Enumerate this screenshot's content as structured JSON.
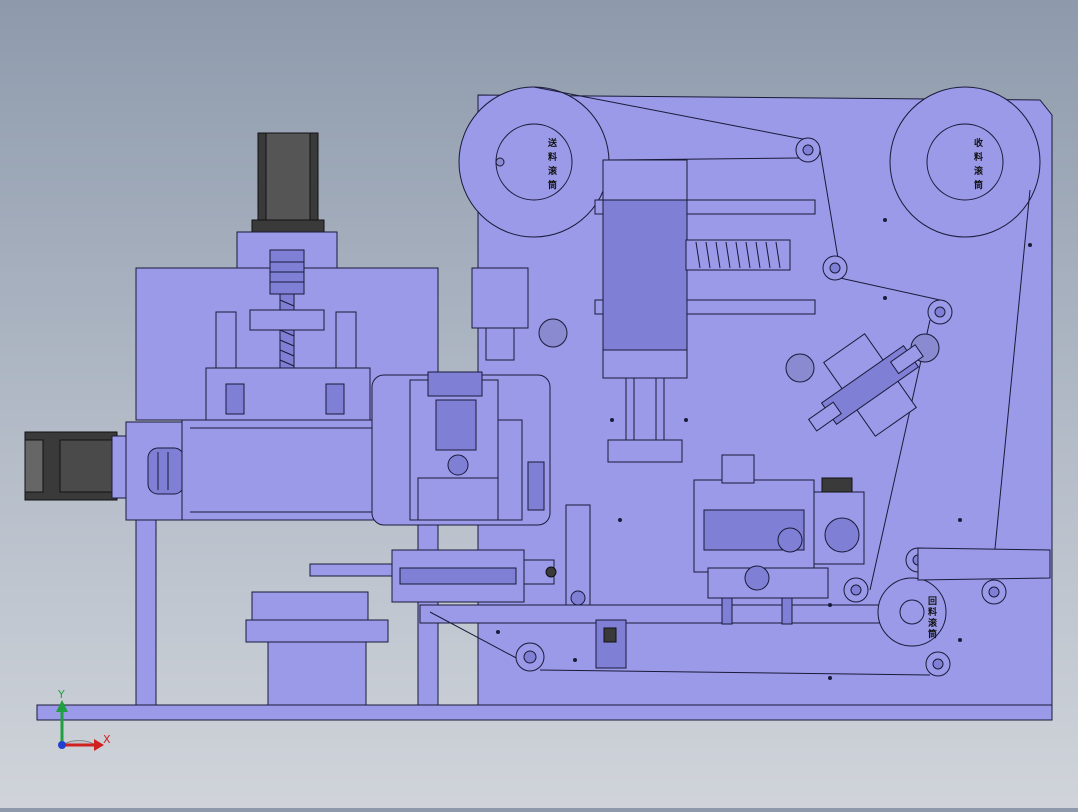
{
  "reels": {
    "feed_reel_label": [
      "送",
      "料",
      "滚",
      "筒"
    ],
    "take_reel_label": [
      "收",
      "料",
      "滚",
      "筒"
    ],
    "return_reel_label": [
      "回",
      "料",
      "滚",
      "筒"
    ]
  },
  "triad": {
    "y_label": "Y",
    "x_label": "X"
  },
  "colors": {
    "part": "#9a9ae8",
    "part_dark": "#7f7fd6",
    "motor": "#3a3a3a",
    "background_top": "#8e9aac",
    "axis_x": "#d02020",
    "axis_y": "#20a040",
    "axis_z": "#2040d0"
  }
}
